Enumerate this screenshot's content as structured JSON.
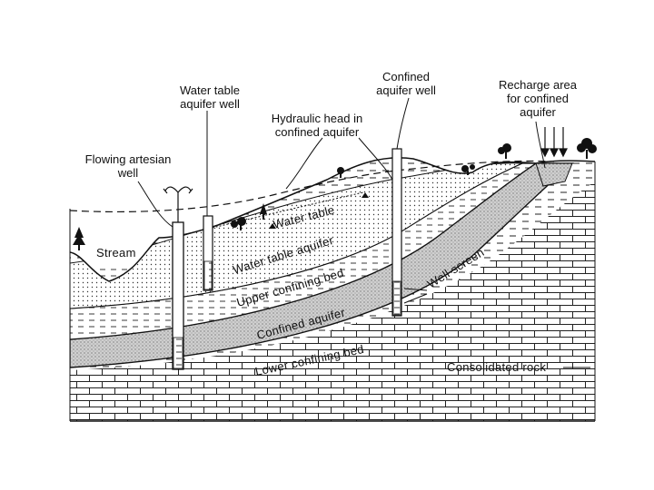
{
  "labels": {
    "flowing_artesian_well": [
      "Flowing artesian",
      "well"
    ],
    "water_table_aquifer_well": [
      "Water table",
      "aquifer well"
    ],
    "hydraulic_head": [
      "Hydraulic head in",
      "confined aquifer"
    ],
    "confined_aquifer_well": [
      "Confined",
      "aquifer well"
    ],
    "recharge_area": [
      "Recharge area",
      "for confined",
      "aquifer"
    ],
    "stream": "Stream",
    "water_table": "Water table",
    "water_table_aquifer": "Water table aquifer",
    "upper_confining_bed": "Upper confining bed",
    "confined_aquifer": "Confined aquifer",
    "well_screen": "Well screen",
    "lower_confining_bed": "Lower confining bed",
    "consolidated_rock": "Consolidated rock"
  },
  "colors": {
    "ink": "#111111",
    "confined_aquifer_fill": "#d4d4d4",
    "background": "#ffffff"
  }
}
